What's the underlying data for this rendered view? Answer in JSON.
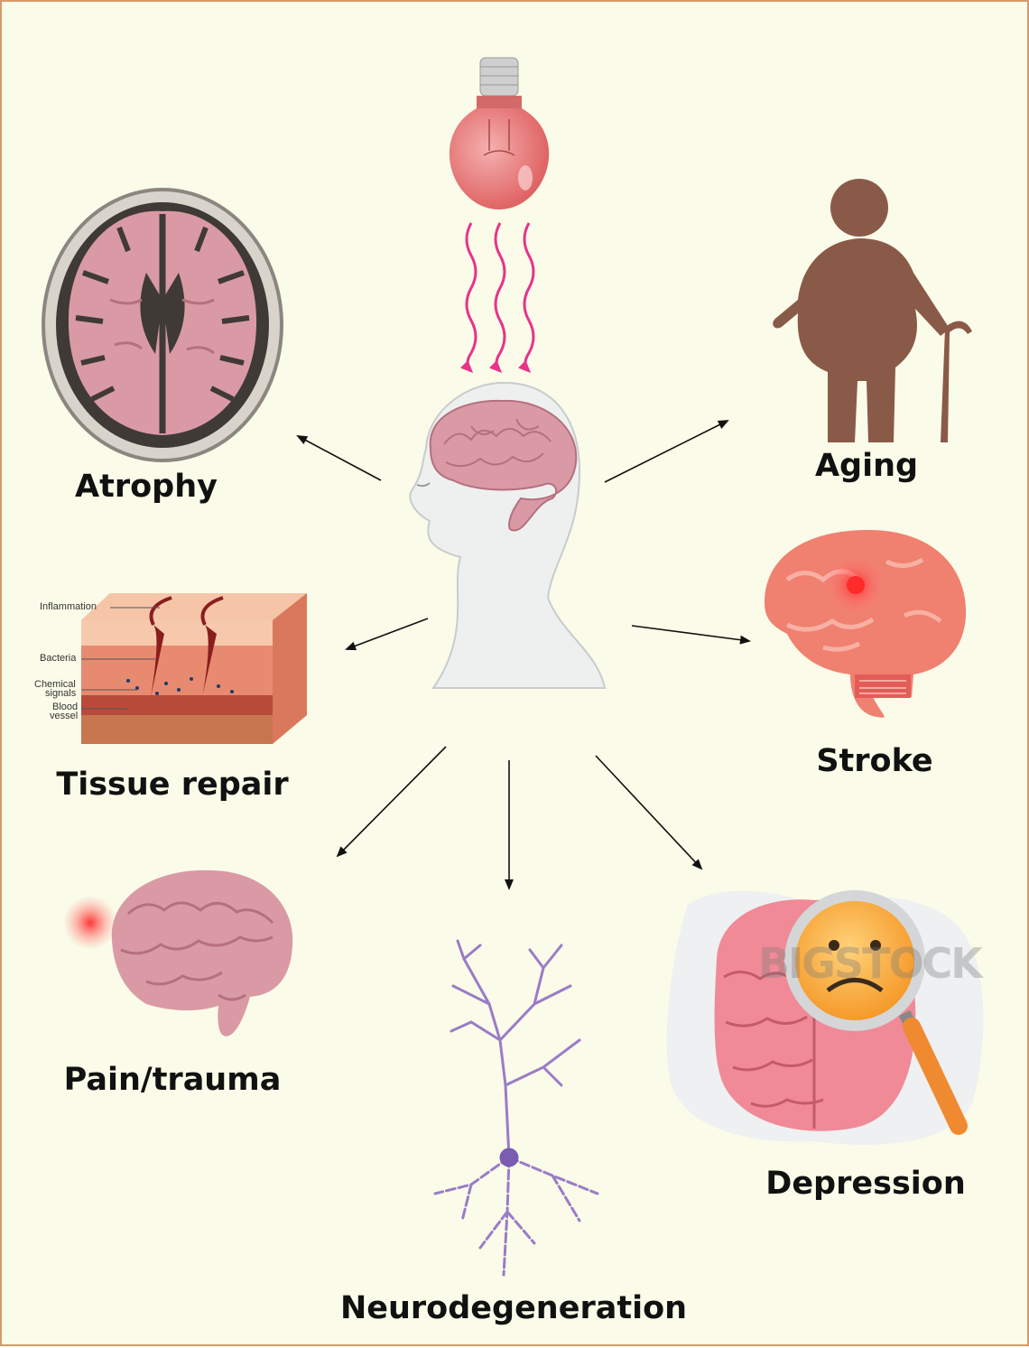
{
  "colors": {
    "background": "#fafbe8",
    "border": "#d9996a",
    "brain_pink": "#d99aa5",
    "light_rays": "#e8338a",
    "aging_figure": "#8a5a48",
    "stroke_brain": "#f08070",
    "neuron": "#9a7cc7",
    "arrow": "#111111"
  },
  "center": {
    "label": ""
  },
  "nodes": {
    "atrophy": {
      "label": "Atrophy",
      "icon": "brain-mri-icon"
    },
    "aging": {
      "label": "Aging",
      "icon": "elderly-person-icon"
    },
    "tissue_repair": {
      "label": "Tissue repair",
      "icon": "skin-wound-icon"
    },
    "stroke": {
      "label": "Stroke",
      "icon": "stroke-brain-icon"
    },
    "pain_trauma": {
      "label": "Pain/trauma",
      "icon": "injured-brain-icon"
    },
    "neurodegeneration": {
      "label": "Neurodegeneration",
      "icon": "neuron-icon"
    },
    "depression": {
      "label": "Depression",
      "icon": "sad-brain-magnifier-icon"
    }
  },
  "tissue_annotations": {
    "inflammation": "Inflammation",
    "bacteria": "Bacteria",
    "chemical_signals_1": "Chemical",
    "chemical_signals_2": "signals",
    "blood_vessel_1": "Blood",
    "blood_vessel_2": "vessel"
  },
  "watermark": "BIGSTOCK"
}
